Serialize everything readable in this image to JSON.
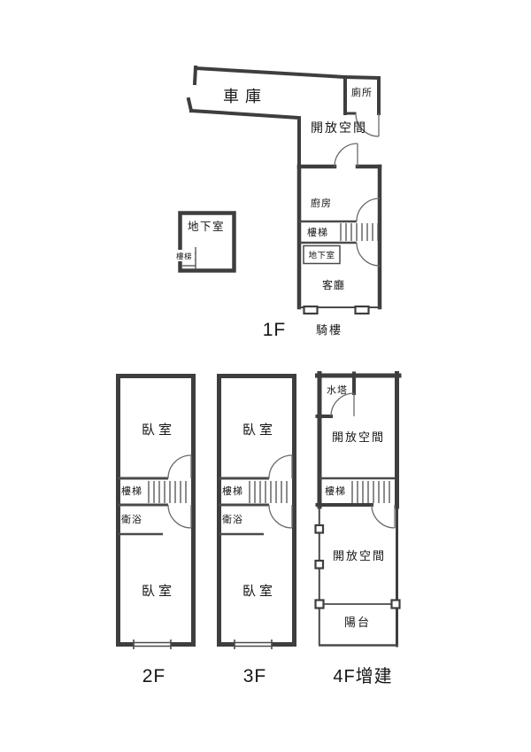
{
  "colors": {
    "wall": "#3e3e3e",
    "text": "#161616",
    "background": "#ffffff"
  },
  "floor1": {
    "garage": "車庫",
    "toilet": "廁所",
    "open_space": "開放空間",
    "kitchen": "廚房",
    "stairs": "樓梯",
    "basement_access": "地下室",
    "living_room": "客廳",
    "arcade": "騎樓",
    "floor_label": "1F",
    "basement": {
      "name": "地下室",
      "stairs": "樓梯"
    }
  },
  "floor2": {
    "bedroom_top": "臥室",
    "stairs": "樓梯",
    "bathroom": "衛浴",
    "bedroom_bottom": "臥室",
    "floor_label": "2F"
  },
  "floor3": {
    "bedroom_top": "臥室",
    "stairs": "樓梯",
    "bathroom": "衛浴",
    "bedroom_bottom": "臥室",
    "floor_label": "3F"
  },
  "floor4": {
    "water_tank": "水塔",
    "open_space_top": "開放空間",
    "stairs": "樓梯",
    "open_space_bottom": "開放空間",
    "balcony": "陽台",
    "floor_label": "4F增建"
  }
}
